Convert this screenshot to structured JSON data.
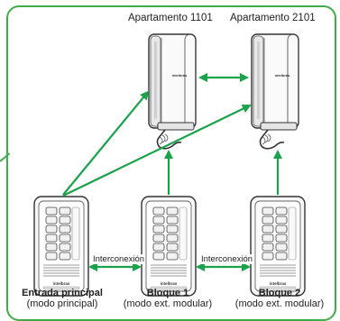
{
  "apartments": [
    {
      "label": "Apartamento 1101"
    },
    {
      "label": "Apartamento 2101"
    }
  ],
  "units": [
    {
      "name": "Entrada principal",
      "mode": "(modo principal)"
    },
    {
      "name": "Bloque 1",
      "mode": "(modo ext. modular)"
    },
    {
      "name": "Bloque 2",
      "mode": "(modo ext. modular)"
    }
  ],
  "links": {
    "left": "Interconexión",
    "right": "Interconexión"
  },
  "brand": "intelbras",
  "colors": {
    "arrow": "#1aa34a",
    "frame": "#3fae49"
  }
}
